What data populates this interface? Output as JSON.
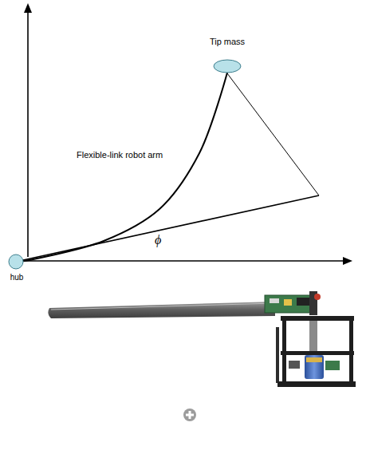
{
  "diagram": {
    "nodes": [
      {
        "text": [
          "Tip mass"
        ]
      },
      {
        "text": [
          "hub"
        ]
      }
    ],
    "edges": [
      {
        "from": 1,
        "to": 0,
        "arrow": "none"
      }
    ],
    "labels": [
      "Flexible-link robot arm",
      "ϕ"
    ]
  }
}
